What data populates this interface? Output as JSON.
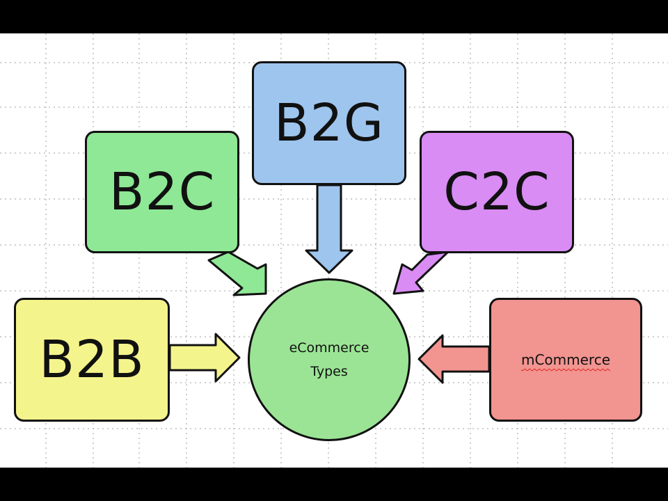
{
  "diagram": {
    "center": {
      "line1": "eCommerce",
      "line2": "Types"
    },
    "nodes": {
      "b2g": "B2G",
      "b2c": "B2C",
      "c2c": "C2C",
      "b2b": "B2B",
      "mcommerce": "mCommerce"
    },
    "colors": {
      "b2g": "#9ec5ee",
      "b2c": "#8ee895",
      "c2c": "#d98cf4",
      "b2b": "#f4f48c",
      "mcommerce": "#f29490",
      "center": "#9be495",
      "outline": "#111111"
    }
  }
}
